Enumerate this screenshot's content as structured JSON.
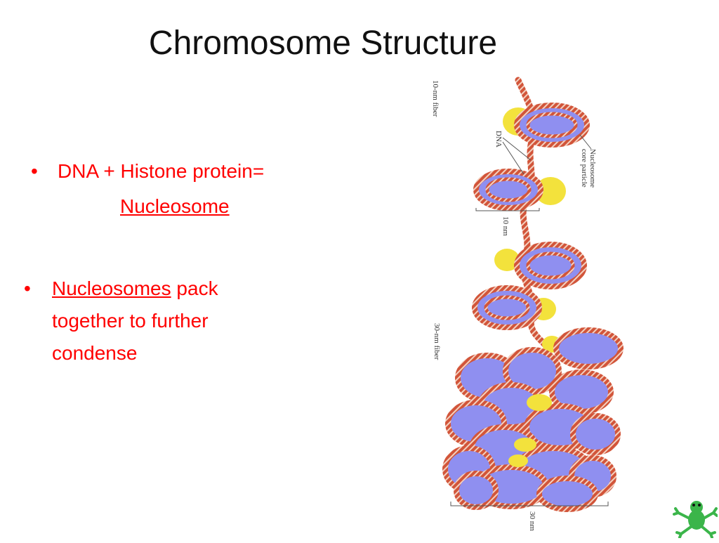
{
  "slide": {
    "title": "Chromosome Structure",
    "bullet1": {
      "line1": "DNA + Histone protein=",
      "line2": "Nucleosome"
    },
    "bullet2": {
      "underlined": "Nucleosomes",
      "rest": " pack together to further condense"
    }
  },
  "figure": {
    "labels": {
      "fiber10": "10-nm fiber",
      "dna": "DNA",
      "core": "Nucleosome core particle",
      "nm10": "10 nm",
      "fiber30": "30-nm fiber",
      "nm30": "30 nm"
    }
  },
  "colors": {
    "text_red": "#ff0000",
    "dna": "#d2553a",
    "histone": "#8f8ff0",
    "linker": "#f3e23c"
  },
  "icons": {
    "logo": "frog-icon"
  }
}
